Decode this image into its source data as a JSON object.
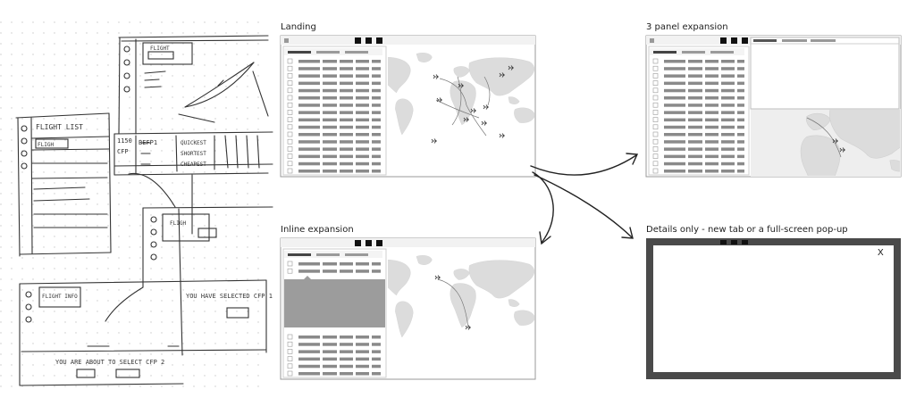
{
  "panels": {
    "landing": {
      "label": "Landing"
    },
    "three_panel": {
      "label": "3 panel expansion"
    },
    "inline": {
      "label": "Inline expansion"
    },
    "details": {
      "label": "Details only - new tab or a full-screen pop-up",
      "close_glyph": "X"
    }
  },
  "colors": {
    "frame": "#9a9a9a",
    "bar_dark": "#8a8a8a",
    "bar_light": "#cfcfcf",
    "map_land": "#dcdcdc",
    "expanded_block": "#9c9c9c",
    "popup_border": "#4a4a4a",
    "sketch_ink": "#333333"
  },
  "sketches": [
    {
      "name": "sketch-flight-list",
      "lines": [
        "FLIGHT LIST",
        "FLIGH"
      ]
    },
    {
      "name": "sketch-flight-detail",
      "lines": [
        "FLIGHT"
      ]
    },
    {
      "name": "sketch-flight-table",
      "lines": [
        "1150",
        "CFP",
        "BEFP1",
        "QUICKEST",
        "SHORTEST",
        "CHEAPEST"
      ]
    },
    {
      "name": "sketch-flight-popup",
      "lines": [
        "FLIGH"
      ]
    },
    {
      "name": "sketch-flight-info",
      "lines": [
        "FLIGHT INFO",
        "YOU HAVE SELECTED CFP 1",
        "YOU ARE ABOUT TO SELECT CFP 2"
      ]
    }
  ]
}
